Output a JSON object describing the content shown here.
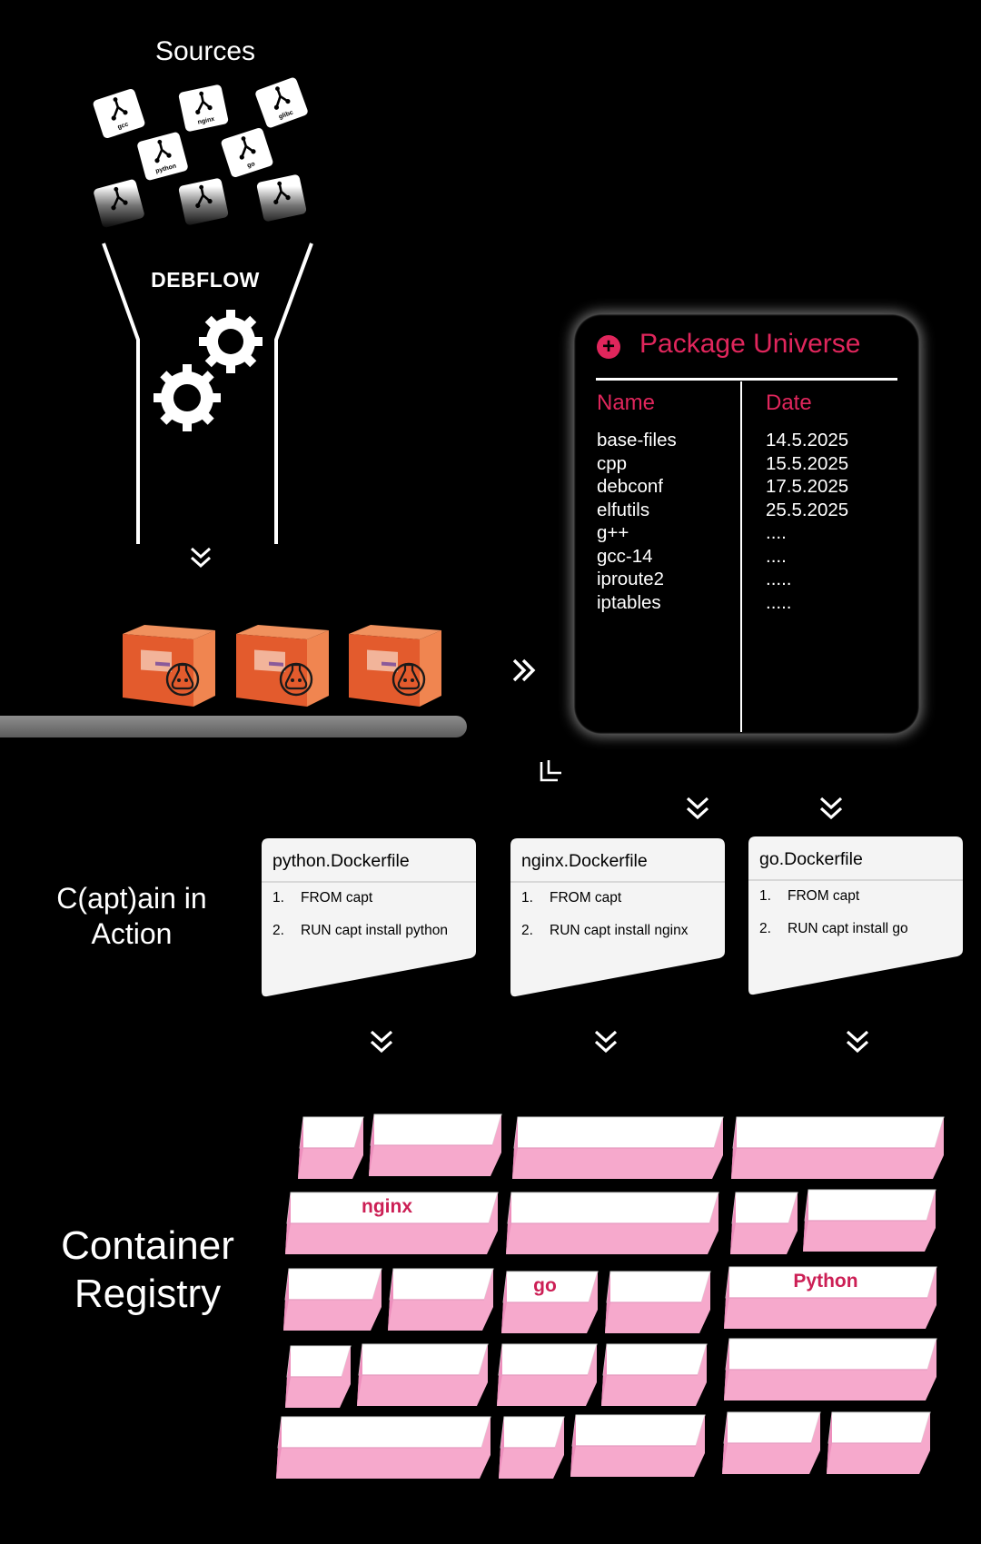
{
  "sources": {
    "title": "Sources",
    "cards": [
      {
        "label": "gcc"
      },
      {
        "label": "nginx"
      },
      {
        "label": "glibc"
      },
      {
        "label": "python"
      },
      {
        "label": "go"
      },
      {
        "label": ""
      },
      {
        "label": ""
      },
      {
        "label": ""
      }
    ]
  },
  "funnel": {
    "label": "DEBFLOW"
  },
  "package_universe": {
    "title": "Package Universe",
    "headers": {
      "name": "Name",
      "date": "Date"
    },
    "rows": [
      {
        "name": "base-files",
        "date": "14.5.2025"
      },
      {
        "name": "cpp",
        "date": "15.5.2025"
      },
      {
        "name": "debconf",
        "date": "17.5.2025"
      },
      {
        "name": "elfutils",
        "date": "25.5.2025"
      },
      {
        "name": "g++",
        "date": "...."
      },
      {
        "name": "gcc-14",
        "date": "...."
      },
      {
        "name": "iproute2",
        "date": "....."
      },
      {
        "name": "iptables",
        "date": "....."
      }
    ]
  },
  "captain": {
    "title_line1": "C(apt)ain in",
    "title_line2": "Action",
    "dockerfiles": [
      {
        "title": "python.Dockerfile",
        "lines": [
          {
            "n": "1.",
            "text": "FROM capt"
          },
          {
            "n": "2.",
            "text": "RUN capt install python"
          }
        ]
      },
      {
        "title": "nginx.Dockerfile",
        "lines": [
          {
            "n": "1.",
            "text": "FROM capt"
          },
          {
            "n": "2.",
            "text": "RUN capt install nginx"
          }
        ]
      },
      {
        "title": "go.Dockerfile",
        "lines": [
          {
            "n": "1.",
            "text": "FROM capt"
          },
          {
            "n": "2.",
            "text": "RUN capt install go"
          }
        ]
      }
    ]
  },
  "registry": {
    "title_line1": "Container",
    "title_line2": "Registry",
    "labels": {
      "nginx": "nginx",
      "go": "go",
      "python": "Python"
    }
  },
  "colors": {
    "accent": "#e0265c",
    "box_orange": "#e25b30",
    "block_pink": "#f6a9cc",
    "block_side": "#ee8fbd"
  }
}
